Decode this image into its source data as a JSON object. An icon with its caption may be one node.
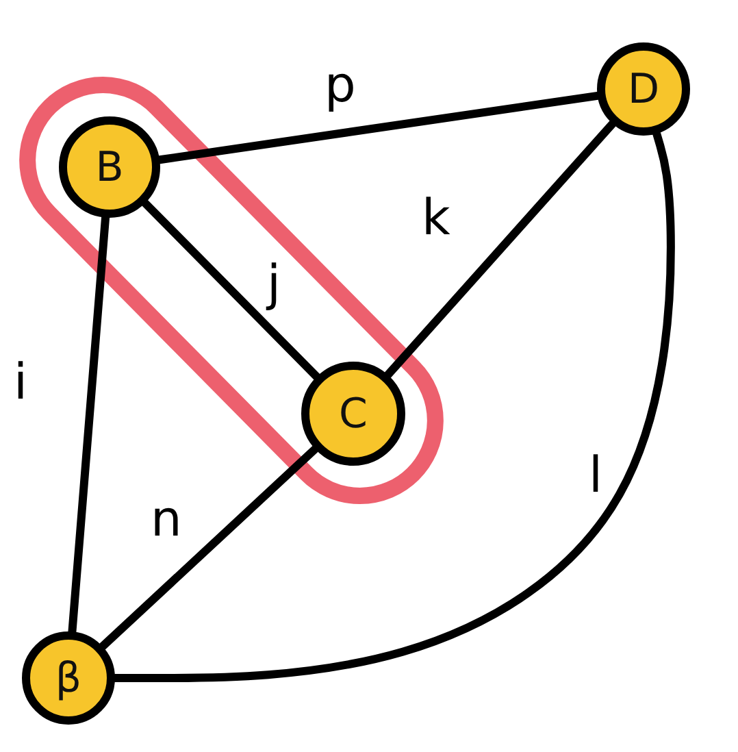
{
  "diagram": {
    "nodes": [
      {
        "text": [
          "B"
        ]
      },
      {
        "text": [
          "D"
        ]
      },
      {
        "text": [
          "C"
        ]
      },
      {
        "text": [
          "β"
        ]
      }
    ],
    "edges": [
      {
        "from": 0,
        "to": 1,
        "arrow": "none",
        "label": "p"
      },
      {
        "from": 0,
        "to": 2,
        "arrow": "none",
        "label": "j"
      },
      {
        "from": 2,
        "to": 1,
        "arrow": "none",
        "label": "k"
      },
      {
        "from": 0,
        "to": 3,
        "arrow": "none",
        "label": "i"
      },
      {
        "from": 2,
        "to": 3,
        "arrow": "none",
        "label": "n"
      },
      {
        "from": 1,
        "to": 3,
        "arrow": "none",
        "label": "l"
      }
    ]
  }
}
